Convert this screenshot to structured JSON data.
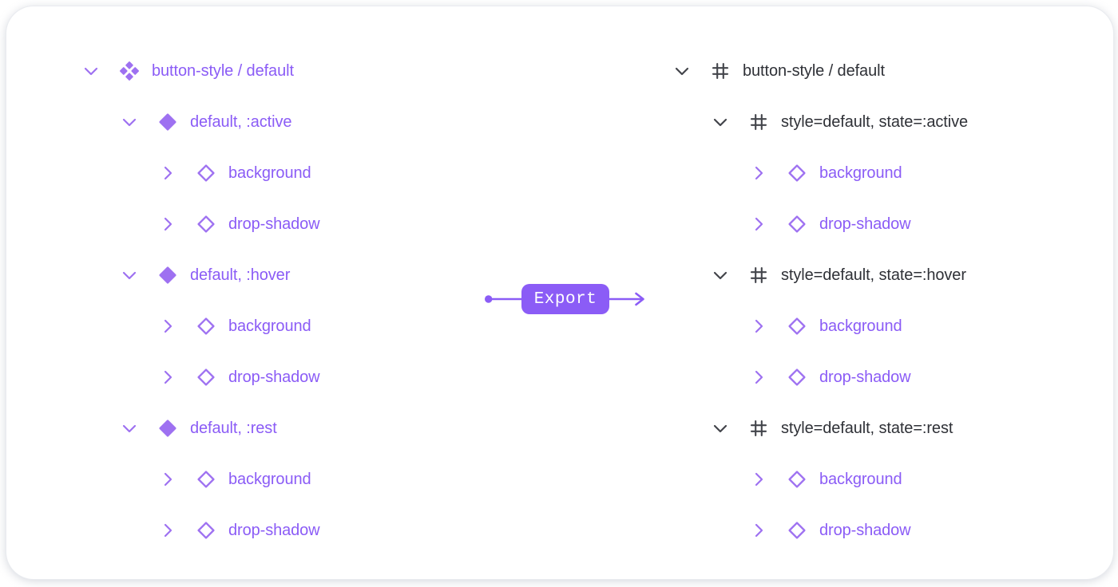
{
  "colors": {
    "purple_text": "#8B5CF6",
    "purple_icon": "#9E71F1",
    "dark_text": "#2F3137",
    "dark_icon": "#43454B",
    "button_bg": "#8B5CF6",
    "button_text": "#FFFFFF",
    "card_bg": "#FFFFFF"
  },
  "trees": {
    "left": {
      "rows": [
        {
          "label": "button-style / default",
          "level": 0,
          "icon": "component-set",
          "chevron": "down",
          "tone": "purple"
        },
        {
          "label": "default, :active",
          "level": 1,
          "icon": "component",
          "chevron": "down",
          "tone": "purple"
        },
        {
          "label": "background",
          "level": 2,
          "icon": "instance",
          "chevron": "right",
          "tone": "purple"
        },
        {
          "label": "drop-shadow",
          "level": 2,
          "icon": "instance",
          "chevron": "right",
          "tone": "purple"
        },
        {
          "label": "default, :hover",
          "level": 1,
          "icon": "component",
          "chevron": "down",
          "tone": "purple"
        },
        {
          "label": "background",
          "level": 2,
          "icon": "instance",
          "chevron": "right",
          "tone": "purple"
        },
        {
          "label": "drop-shadow",
          "level": 2,
          "icon": "instance",
          "chevron": "right",
          "tone": "purple"
        },
        {
          "label": "default, :rest",
          "level": 1,
          "icon": "component",
          "chevron": "down",
          "tone": "purple"
        },
        {
          "label": "background",
          "level": 2,
          "icon": "instance",
          "chevron": "right",
          "tone": "purple"
        },
        {
          "label": "drop-shadow",
          "level": 2,
          "icon": "instance",
          "chevron": "right",
          "tone": "purple"
        }
      ]
    },
    "right": {
      "rows": [
        {
          "label": "button-style / default",
          "level": 0,
          "icon": "frame",
          "chevron": "down",
          "tone": "dark"
        },
        {
          "label": "style=default, state=:active",
          "level": 1,
          "icon": "frame",
          "chevron": "down",
          "tone": "dark"
        },
        {
          "label": "background",
          "level": 2,
          "icon": "instance",
          "chevron": "right",
          "tone": "purple"
        },
        {
          "label": "drop-shadow",
          "level": 2,
          "icon": "instance",
          "chevron": "right",
          "tone": "purple"
        },
        {
          "label": "style=default, state=:hover",
          "level": 1,
          "icon": "frame",
          "chevron": "down",
          "tone": "dark"
        },
        {
          "label": "background",
          "level": 2,
          "icon": "instance",
          "chevron": "right",
          "tone": "purple"
        },
        {
          "label": "drop-shadow",
          "level": 2,
          "icon": "instance",
          "chevron": "right",
          "tone": "purple"
        },
        {
          "label": "style=default, state=:rest",
          "level": 1,
          "icon": "frame",
          "chevron": "down",
          "tone": "dark"
        },
        {
          "label": "background",
          "level": 2,
          "icon": "instance",
          "chevron": "right",
          "tone": "purple"
        },
        {
          "label": "drop-shadow",
          "level": 2,
          "icon": "instance",
          "chevron": "right",
          "tone": "purple"
        }
      ]
    }
  },
  "export": {
    "label": "Export"
  }
}
